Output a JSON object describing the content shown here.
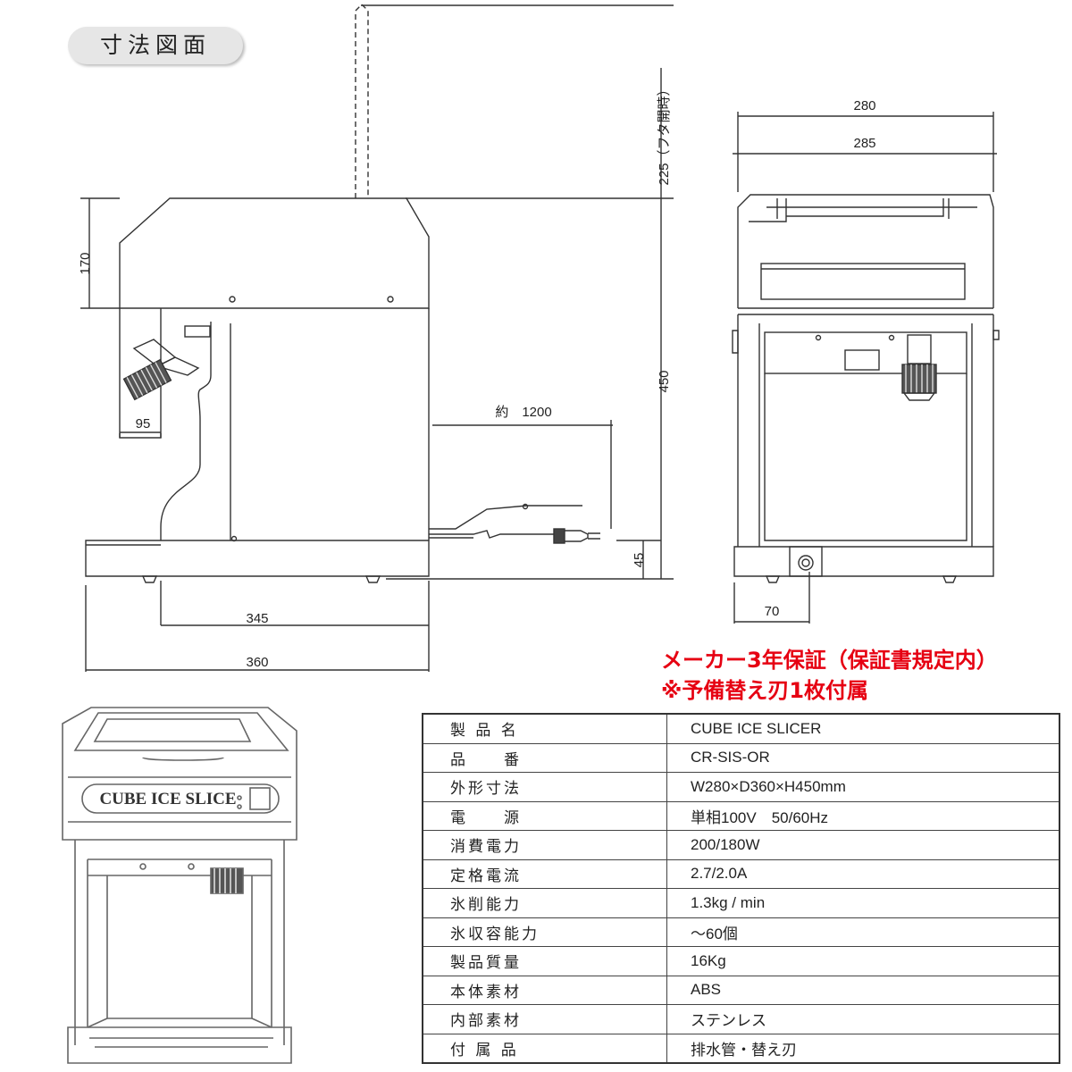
{
  "title": "寸法図面",
  "dimensions": {
    "lid_open": "225（フタ開時）",
    "top_height": "170",
    "total_height": "450",
    "spout_depth": "95",
    "cord_length": "約　1200",
    "base_height": "45",
    "inner_depth": "345",
    "total_depth": "360",
    "width_a": "280",
    "width_b": "285",
    "drain_offset": "70"
  },
  "product_label": "CUBE ICE SLICE",
  "warranty": {
    "line1": "メーカー3年保証（保証書規定内）",
    "line2": "※予備替え刃1枚付属"
  },
  "spec_rows": [
    {
      "key": "製 品 名",
      "value": "CUBE ICE SLICER"
    },
    {
      "key": "品　　番",
      "value": "CR-SIS-OR"
    },
    {
      "key": "外形寸法",
      "value": "W280×D360×H450mm"
    },
    {
      "key": "電　　源",
      "value": "単相100V　50/60Hz"
    },
    {
      "key": "消費電力",
      "value": "200/180W"
    },
    {
      "key": "定格電流",
      "value": "2.7/2.0A"
    },
    {
      "key": "氷削能力",
      "value": "1.3kg / min"
    },
    {
      "key": "氷収容能力",
      "value": "～60個"
    },
    {
      "key": "製品質量",
      "value": "16Kg"
    },
    {
      "key": "本体素材",
      "value": "ABS"
    },
    {
      "key": "内部素材",
      "value": "ステンレス"
    },
    {
      "key": "付 属 品",
      "value": "排水管・替え刃"
    }
  ],
  "colors": {
    "line": "#333333",
    "red": "#e60012",
    "badge": "#e6e6e6"
  }
}
